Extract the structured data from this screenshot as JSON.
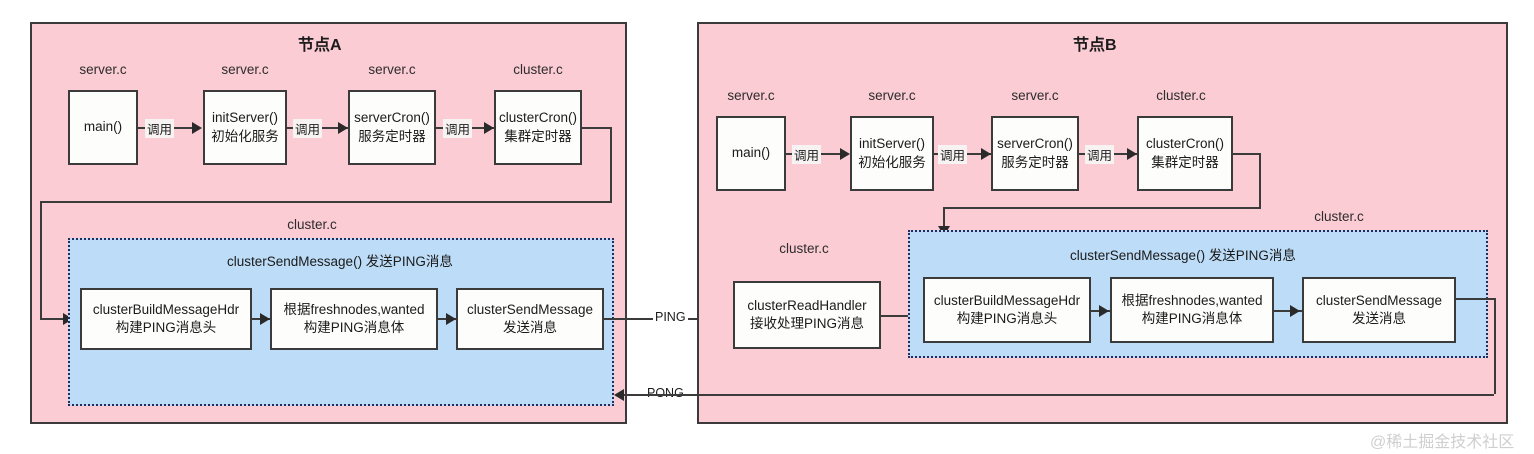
{
  "nodeA": {
    "title": "节点A",
    "top_row": [
      {
        "file": "server.c",
        "line1": "main()",
        "line2": ""
      },
      {
        "file": "server.c",
        "line1": "initServer()",
        "line2": "初始化服务"
      },
      {
        "file": "server.c",
        "line1": "serverCron()",
        "line2": "服务定时器"
      },
      {
        "file": "cluster.c",
        "line1": "clusterCron()",
        "line2": "集群定时器"
      }
    ],
    "call_labels": [
      "调用",
      "调用",
      "调用"
    ],
    "region_file_label": "cluster.c",
    "region_caption": "clusterSendMessage() 发送PING消息",
    "region_boxes": [
      {
        "line1": "clusterBuildMessageHdr",
        "line2": "构建PING消息头"
      },
      {
        "line1": "根据freshnodes,wanted",
        "line2": "构建PING消息体"
      },
      {
        "line1": "clusterSendMessage",
        "line2": "发送消息"
      }
    ]
  },
  "nodeB": {
    "title": "节点B",
    "top_row": [
      {
        "file": "server.c",
        "line1": "main()",
        "line2": ""
      },
      {
        "file": "server.c",
        "line1": "initServer()",
        "line2": "初始化服务"
      },
      {
        "file": "server.c",
        "line1": "serverCron()",
        "line2": "服务定时器"
      },
      {
        "file": "cluster.c",
        "line1": "clusterCron()",
        "line2": "集群定时器"
      }
    ],
    "call_labels": [
      "调用",
      "调用",
      "调用"
    ],
    "read_handler": {
      "file": "cluster.c",
      "line1": "clusterReadHandler",
      "line2": "接收处理PING消息"
    },
    "region_file_label": "cluster.c",
    "region_caption": "clusterSendMessage() 发送PING消息",
    "region_boxes": [
      {
        "line1": "clusterBuildMessageHdr",
        "line2": "构建PING消息头"
      },
      {
        "line1": "根据freshnodes,wanted",
        "line2": "构建PING消息体"
      },
      {
        "line1": "clusterSendMessage",
        "line2": "发送消息"
      }
    ]
  },
  "links": {
    "ping": "PING",
    "pong": "PONG"
  },
  "watermark": "@稀土掘金技术社区",
  "colors": {
    "panel_fill": "#fbccd3",
    "region_fill": "#bcdcf7",
    "box_fill": "#fdfdfb",
    "stroke": "#3b3b3b"
  }
}
